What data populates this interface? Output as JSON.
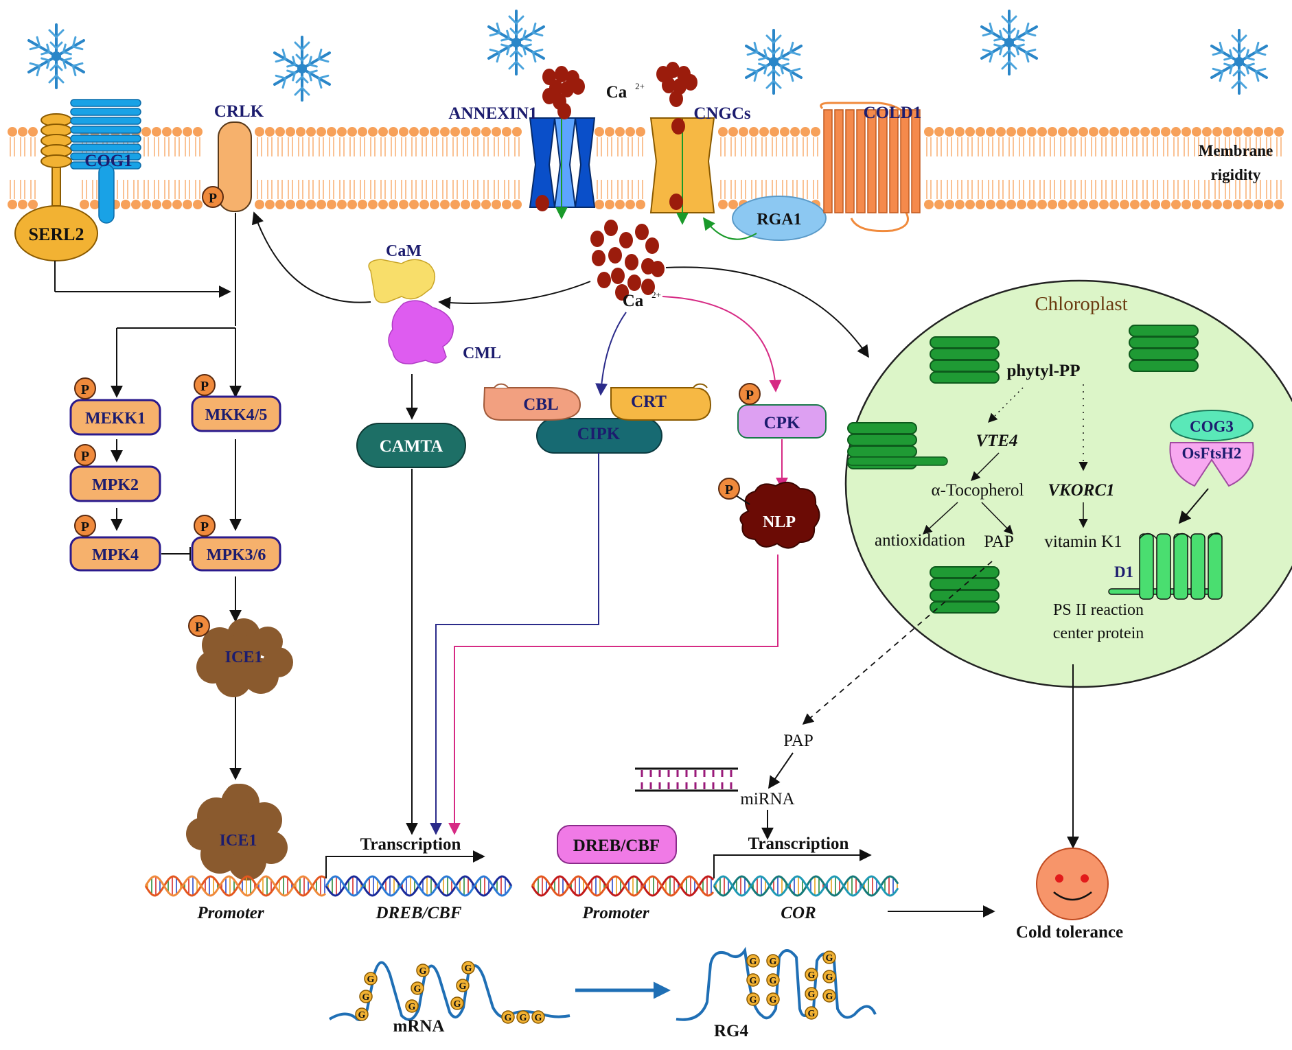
{
  "membrane": {
    "label_line1": "Membrane",
    "label_line2": "rigidity"
  },
  "proteins": {
    "cog1": "COG1",
    "serl2": "SERL2",
    "crlk": "CRLK",
    "annexin1": "ANNEXIN1",
    "cngcs": "CNGCs",
    "cold1": "COLD1",
    "rga1": "RGA1"
  },
  "calcium": {
    "ca_top": "Ca",
    "ca_top_sup": "2+",
    "ca_mid": "Ca",
    "ca_mid_sup": "2+"
  },
  "phospho": "P",
  "mapk": {
    "mekk1": "MEKK1",
    "mkk45": "MKK4/5",
    "mpk2": "MPK2",
    "mpk4": "MPK4",
    "mpk36": "MPK3/6",
    "ice1_top": "ICE1",
    "ice1_bottom": "ICE1"
  },
  "sensors": {
    "cam": "CaM",
    "cml": "CML",
    "camta": "CAMTA",
    "cbl": "CBL",
    "crt": "CRT",
    "cipk": "CIPK",
    "cpk": "CPK",
    "nlp": "NLP"
  },
  "chloroplast": {
    "title": "Chloroplast",
    "phytyl": "phytyl-PP",
    "vte4": "VTE4",
    "tocopherol": "α-Tocopherol",
    "vkorc1": "VKORC1",
    "antioxidation": "antioxidation",
    "pap": "PAP",
    "vitamin": "vitamin K1",
    "cog3": "COG3",
    "osftsh2": "OsFtsH2",
    "d1": "D1",
    "ps2_line1": "PS II reaction",
    "ps2_line2": "center protein"
  },
  "nucleus": {
    "pap": "PAP",
    "mirna": "miRNA",
    "transcription_left": "Transcription",
    "transcription_right": "Transcription",
    "promoter_left": "Promoter",
    "dreb_gene": "DREB/CBF",
    "dreb_box": "DREB/CBF",
    "promoter_right": "Promoter",
    "cor": "COR",
    "cold_tolerance": "Cold tolerance"
  },
  "rna": {
    "mrna": "mRNA",
    "rg4": "RG4",
    "g": "G"
  },
  "colors": {
    "membrane_head": "#f7a15a",
    "snowflake": "#2a86c8",
    "calcium": "#9b1c0c",
    "kinase_fill": "#f6b16c",
    "kinase_border": "#2a1a8c",
    "ice1": "#8a5a2e",
    "camta": "#1d6f66",
    "cipk": "#176a72",
    "cpk": "#dda0f2",
    "nlp": "#6b0b05",
    "chloroplast_fill": "#dcf5c8",
    "thylakoid": "#1f9a34",
    "dreb_box": "#f07ae6",
    "arrow_navy": "#2b2b8a",
    "arrow_pink": "#d62a84",
    "arrow_green": "#1a9a2a"
  }
}
